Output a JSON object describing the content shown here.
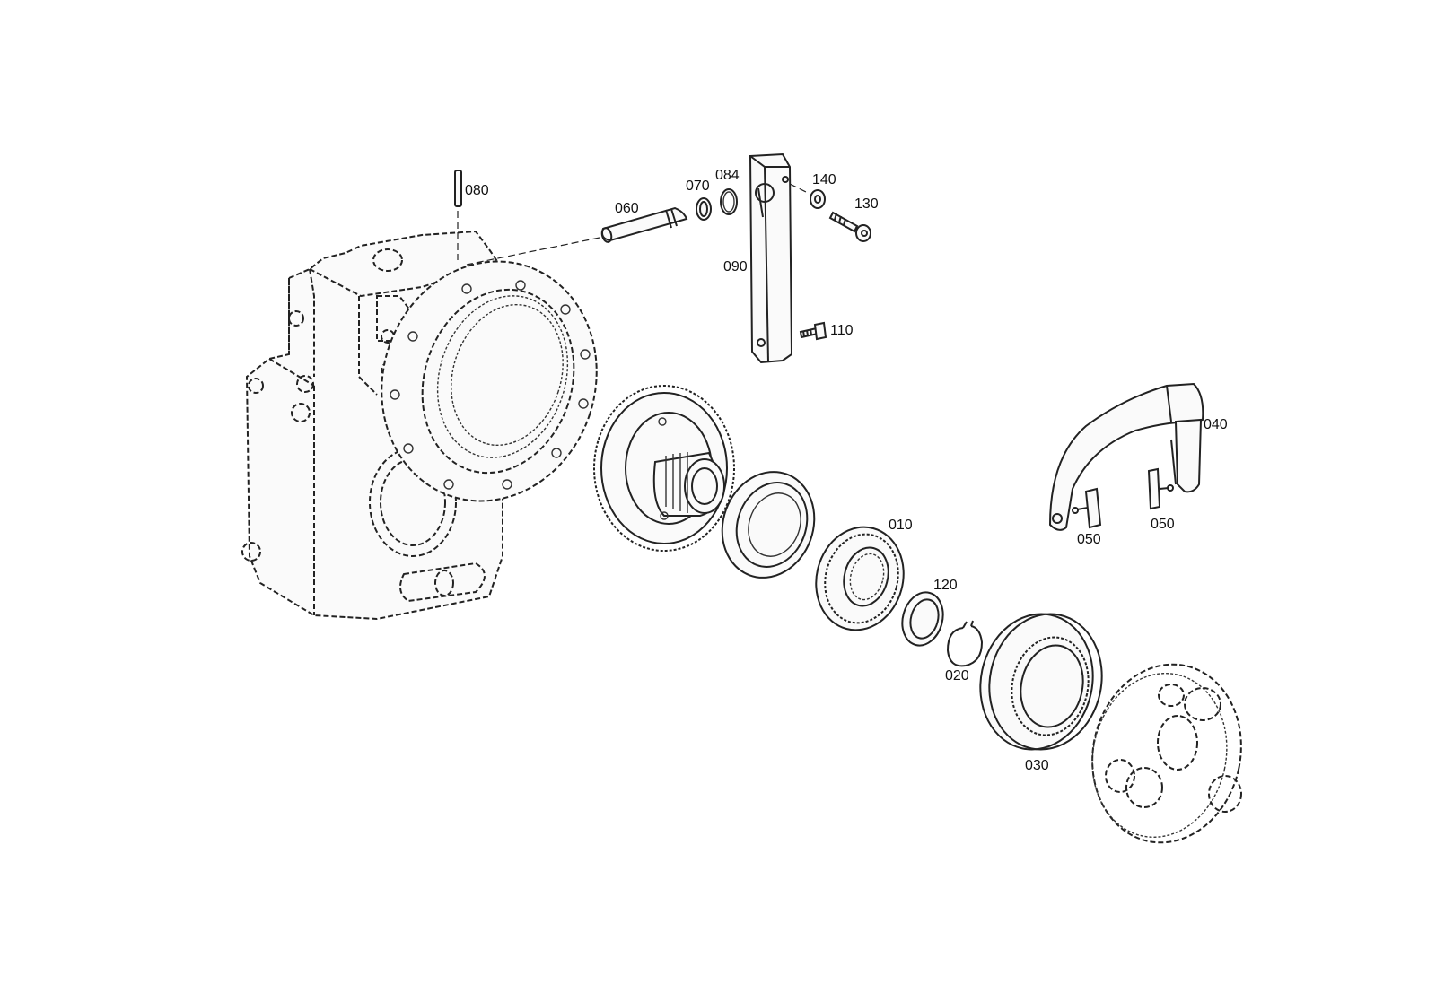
{
  "diagram": {
    "colors": {
      "line": "#222222",
      "background": "#ffffff"
    },
    "callouts": {
      "p010": "010",
      "p020": "020",
      "p030": "030",
      "p040": "040",
      "p050a": "050",
      "p050b": "050",
      "p060": "060",
      "p070": "070",
      "p080": "080",
      "p084": "084",
      "p090": "090",
      "p110": "110",
      "p120": "120",
      "p130": "130",
      "p140": "140"
    }
  }
}
